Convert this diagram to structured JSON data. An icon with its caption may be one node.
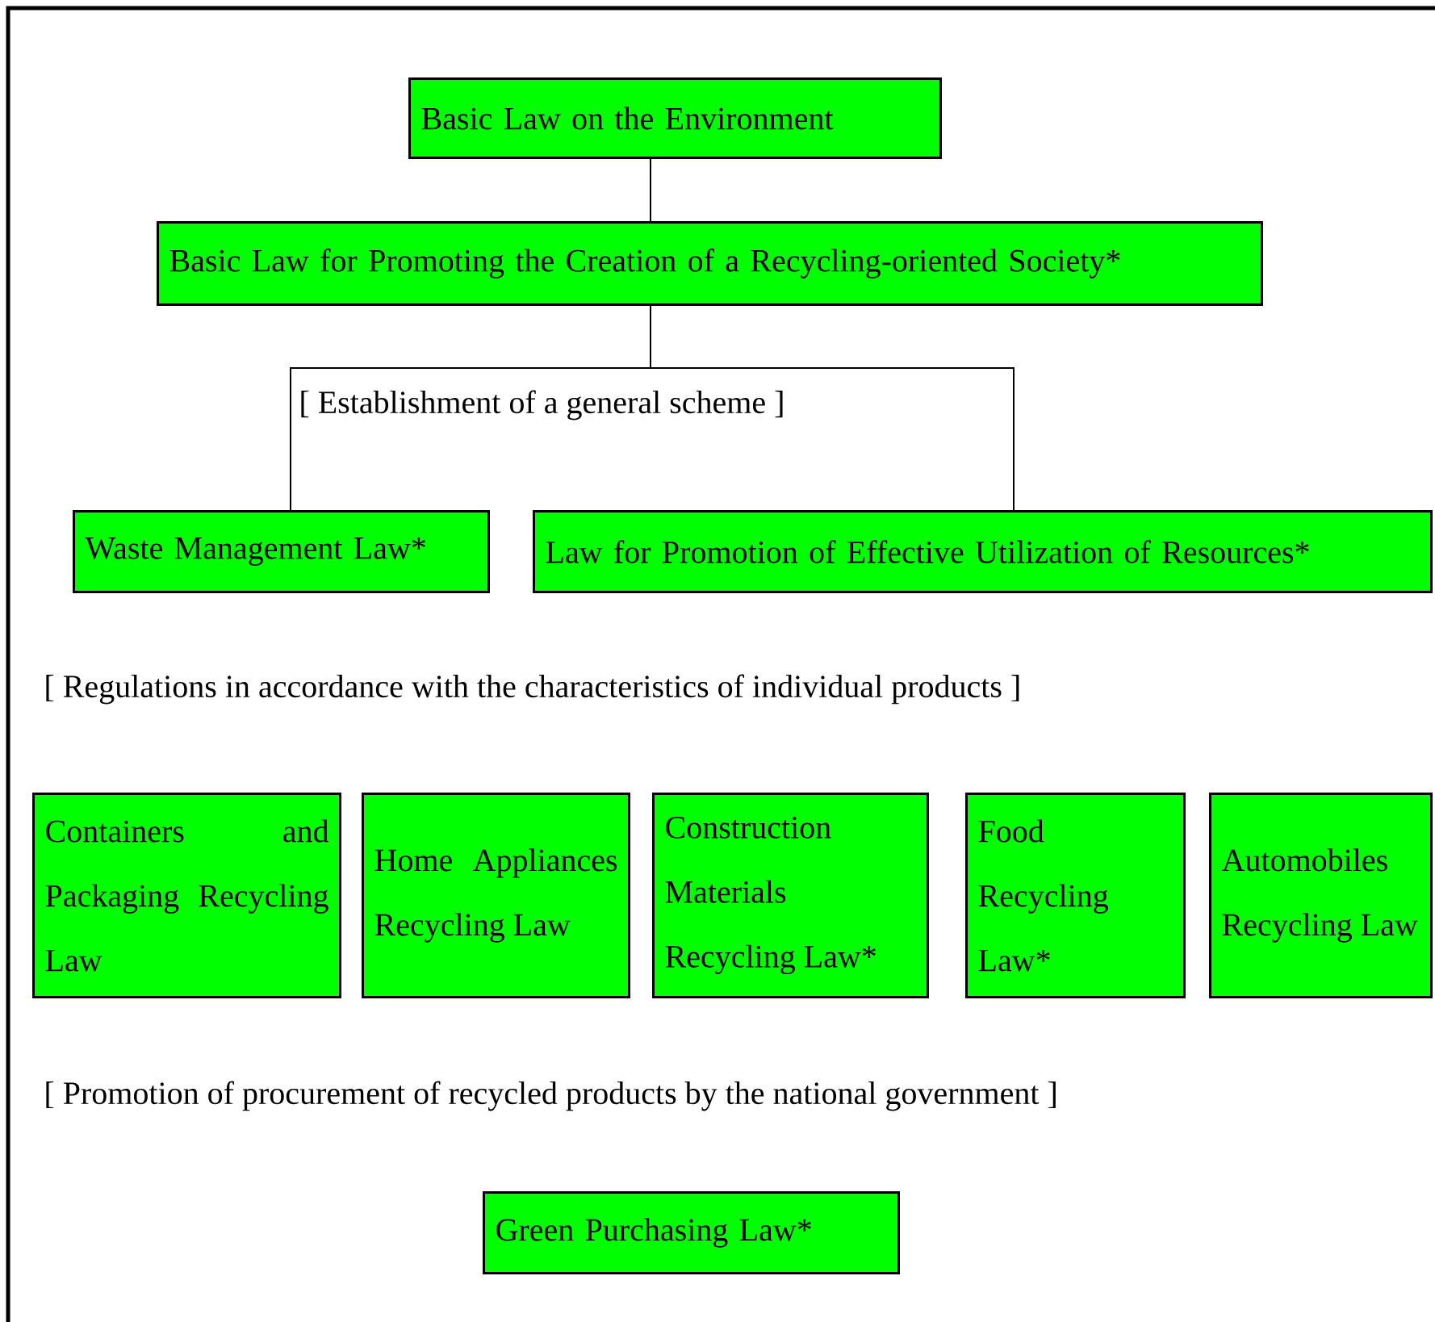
{
  "diagram": {
    "nodes": [
      {
        "text": [
          "Basic Law on the Environment"
        ]
      },
      {
        "text": [
          "Basic Law for Promoting the Creation of a Recycling-oriented Society*"
        ]
      },
      {
        "text": [
          "Waste Management Law*"
        ]
      },
      {
        "text": [
          "Law for Promotion of Effective Utilization of Resources*"
        ]
      },
      {
        "text": [
          "Containers and Packaging Recycling Law"
        ]
      },
      {
        "text": [
          "Home Appliances Recycling Law"
        ]
      },
      {
        "text": [
          "Construction Materials Recycling Law*"
        ]
      },
      {
        "text": [
          "Food Recycling Law*"
        ]
      },
      {
        "text": [
          "Automobiles Recycling Law"
        ]
      },
      {
        "text": [
          "Green Purchasing Law*"
        ]
      }
    ],
    "edges": [
      {
        "from": 0,
        "to": 1,
        "arrow": "none"
      },
      {
        "from": 1,
        "to": 2,
        "arrow": "none"
      },
      {
        "from": 1,
        "to": 3,
        "arrow": "none"
      }
    ],
    "labels": [
      "[ Establishment of a general scheme ]",
      "[ Regulations in accordance with the characteristics of individual products ]",
      "[ Promotion of procurement of recycled products by the national government ]"
    ]
  }
}
